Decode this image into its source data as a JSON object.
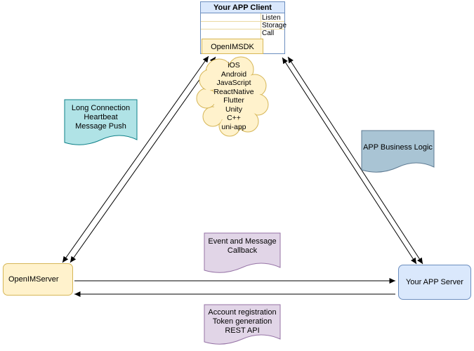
{
  "diagram": {
    "client": {
      "title": "Your APP Client",
      "interfaces": [
        "Listen",
        "Storage",
        "Call"
      ],
      "sdk": "OpenIMSDK"
    },
    "cloud_platforms": [
      "iOS",
      "Android",
      "JavaScript",
      "ReactNative",
      "Flutter",
      "Unity",
      "C++",
      "uni-app"
    ],
    "notes": {
      "long_connection": [
        "Long Connection",
        "Heartbeat",
        "Message Push"
      ],
      "business_logic": [
        "APP Business Logic"
      ],
      "callback": [
        "Event and Message",
        "Callback"
      ],
      "rest": [
        "Account registration",
        "Token generation",
        "REST API"
      ]
    },
    "nodes": {
      "openim_server": "OpenIMServer",
      "app_server": "Your APP Server"
    },
    "colors": {
      "yellow_fill": "#fff2cc",
      "yellow_stroke": "#d6b656",
      "blue_fill": "#dae8fc",
      "blue_stroke": "#6c8ebf",
      "teal_fill": "#b0e3e6",
      "teal_stroke": "#0e8088",
      "steel_fill": "#a9c4d4",
      "steel_stroke": "#5d7a92",
      "purple_fill": "#e1d5e7",
      "purple_stroke": "#9673a6",
      "arrow": "#000000"
    }
  }
}
